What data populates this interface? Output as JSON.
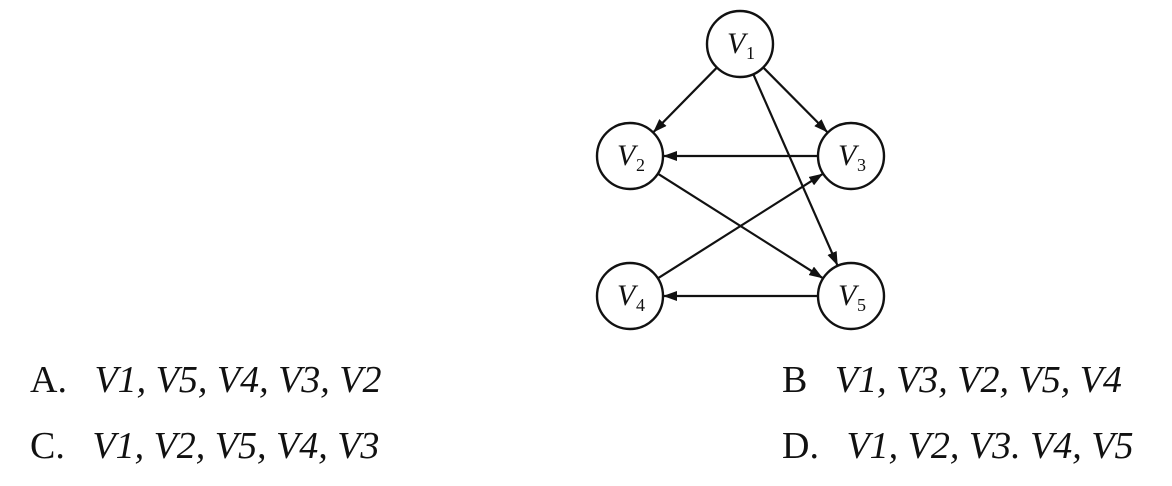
{
  "graph": {
    "nodes": [
      {
        "id": "V1",
        "letter": "V",
        "sub": "1"
      },
      {
        "id": "V2",
        "letter": "V",
        "sub": "2"
      },
      {
        "id": "V3",
        "letter": "V",
        "sub": "3"
      },
      {
        "id": "V4",
        "letter": "V",
        "sub": "4"
      },
      {
        "id": "V5",
        "letter": "V",
        "sub": "5"
      }
    ],
    "edges": [
      {
        "from": "V1",
        "to": "V2"
      },
      {
        "from": "V1",
        "to": "V3"
      },
      {
        "from": "V1",
        "to": "V5"
      },
      {
        "from": "V3",
        "to": "V2"
      },
      {
        "from": "V2",
        "to": "V5"
      },
      {
        "from": "V4",
        "to": "V3"
      },
      {
        "from": "V5",
        "to": "V4"
      }
    ]
  },
  "options": {
    "a": {
      "letter": "A.",
      "sequence": "V1, V5, V4, V3, V2"
    },
    "b": {
      "letter": "B",
      "sequence": "V1, V3, V2, V5, V4"
    },
    "c": {
      "letter": "C.",
      "sequence": "V1, V2, V5, V4, V3"
    },
    "d": {
      "letter": "D.",
      "sequence": "V1, V2, V3. V4, V5"
    }
  }
}
